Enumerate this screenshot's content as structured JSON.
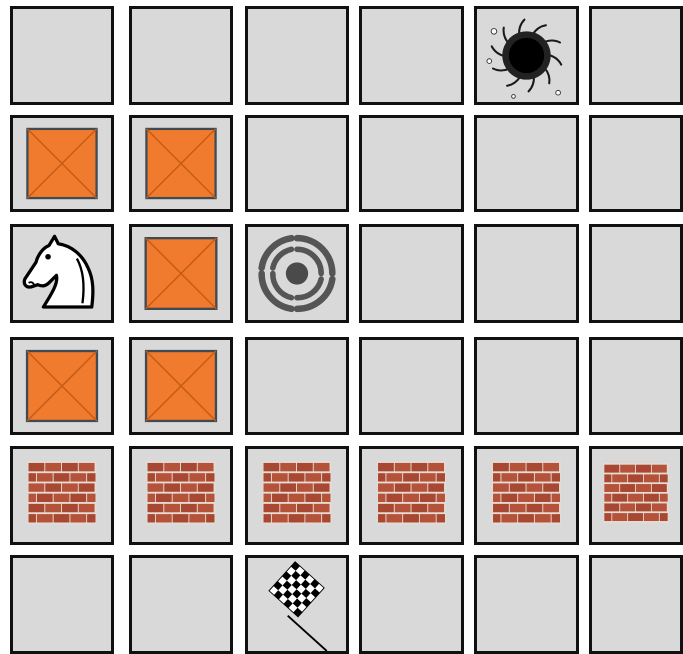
{
  "board": {
    "rows": 6,
    "cols": 6,
    "colors": {
      "empty_cell": "#d9d9d9",
      "cell_border": "#111111",
      "crate_fill": "#f07b2e",
      "crate_line": "#c75a14",
      "brick": "#b5523a",
      "mortar": "#e6dcd3"
    },
    "cells": [
      [
        "empty",
        "empty",
        "empty",
        "empty",
        "black-hole",
        "empty"
      ],
      [
        "crate",
        "crate",
        "empty",
        "empty",
        "empty",
        "empty"
      ],
      [
        "knight",
        "crate",
        "vortex",
        "empty",
        "empty",
        "empty"
      ],
      [
        "crate",
        "crate",
        "empty",
        "empty",
        "empty",
        "empty"
      ],
      [
        "brick-wall",
        "brick-wall",
        "brick-wall",
        "brick-wall",
        "brick-wall",
        "brick-wall"
      ],
      [
        "empty",
        "empty",
        "checkered-flag",
        "empty",
        "empty",
        "empty"
      ]
    ],
    "icons": {
      "knight": "knight-icon",
      "crate": "crate-icon",
      "vortex": "vortex-icon",
      "black-hole": "black-hole-icon",
      "brick-wall": "brick-wall-icon",
      "checkered-flag": "checkered-flag-icon"
    }
  }
}
